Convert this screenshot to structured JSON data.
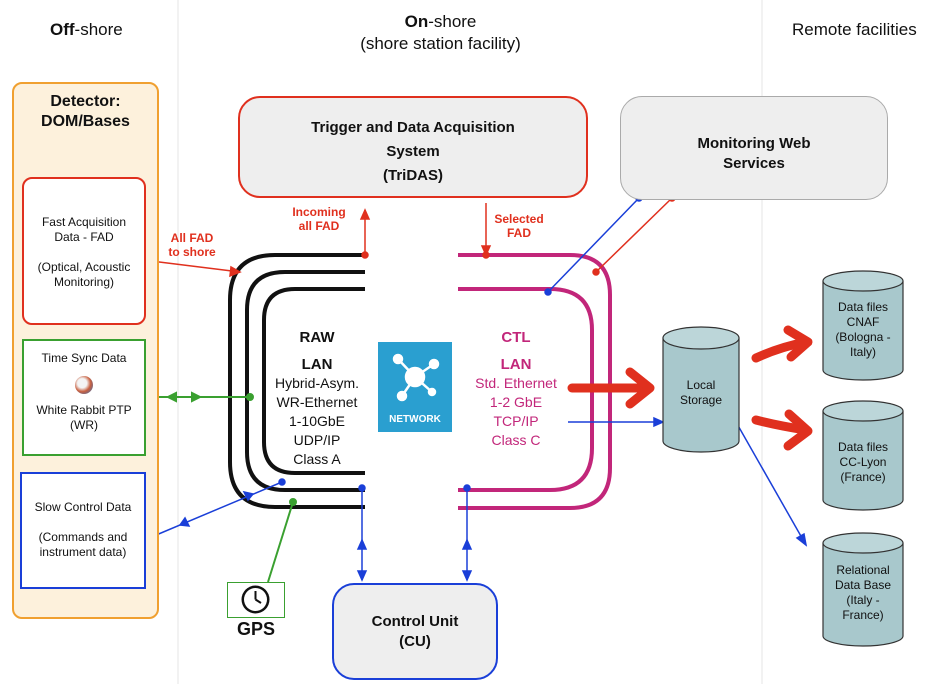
{
  "columns": {
    "offshore": {
      "bold": "Off",
      "rest": "-shore"
    },
    "onshore": {
      "bold": "On",
      "rest": "-shore",
      "sub": "(shore station facility)"
    },
    "remote": "Remote facilities"
  },
  "detector": {
    "line1": "Detector:",
    "line2": "DOM/Bases"
  },
  "fad": {
    "line1": "Fast Acquisition",
    "line2": "Data - FAD",
    "line3": "(Optical, Acoustic",
    "line4": "Monitoring)"
  },
  "timesync": {
    "line1": "Time Sync Data",
    "line2": "White Rabbit PTP",
    "line3": "(WR)"
  },
  "slowcontrol": {
    "line1": "Slow Control Data",
    "line2": "(Commands and",
    "line3": "instrument data)"
  },
  "gps": "GPS",
  "tridas": {
    "line1": "Trigger and Data Acquisition",
    "line2": "System",
    "line3": "(TriDAS)"
  },
  "monitoring": {
    "line1": "Monitoring Web",
    "line2": "Services"
  },
  "control_unit": {
    "line1": "Control Unit",
    "line2": "(CU)"
  },
  "labels": {
    "all_fad": {
      "line1": "All FAD",
      "line2": "to shore"
    },
    "incoming": {
      "line1": "Incoming",
      "line2": "all FAD"
    },
    "selected": {
      "line1": "Selected",
      "line2": "FAD"
    }
  },
  "raw_lan": {
    "title1": "RAW",
    "title2": "LAN",
    "lines": [
      "Hybrid-Asym.",
      "WR-Ethernet",
      "1-10GbE",
      "UDP/IP",
      "Class A"
    ]
  },
  "ctl_lan": {
    "title1": "CTL",
    "title2": "LAN",
    "lines": [
      "Std. Ethernet",
      "1-2 GbE",
      "TCP/IP",
      "Class C"
    ]
  },
  "network_label": "NETWORK",
  "storage": {
    "local": {
      "line1": "Local",
      "line2": "Storage"
    },
    "cnaf": {
      "line1": "Data files",
      "line2": "CNAF",
      "line3": "(Bologna -",
      "line4": "Italy)"
    },
    "cclyon": {
      "line1": "Data files",
      "line2": "CC-Lyon",
      "line3": "(France)"
    },
    "relational": {
      "line1": "Relational",
      "line2": "Data Base",
      "line3": "(Italy -",
      "line4": "France)"
    }
  },
  "colors": {
    "red": "#e0301e",
    "orange": "#f0a030",
    "green": "#3aa030",
    "blue": "#1a3fd8",
    "pink": "#c2267a",
    "storage": "#a8c8cc"
  }
}
